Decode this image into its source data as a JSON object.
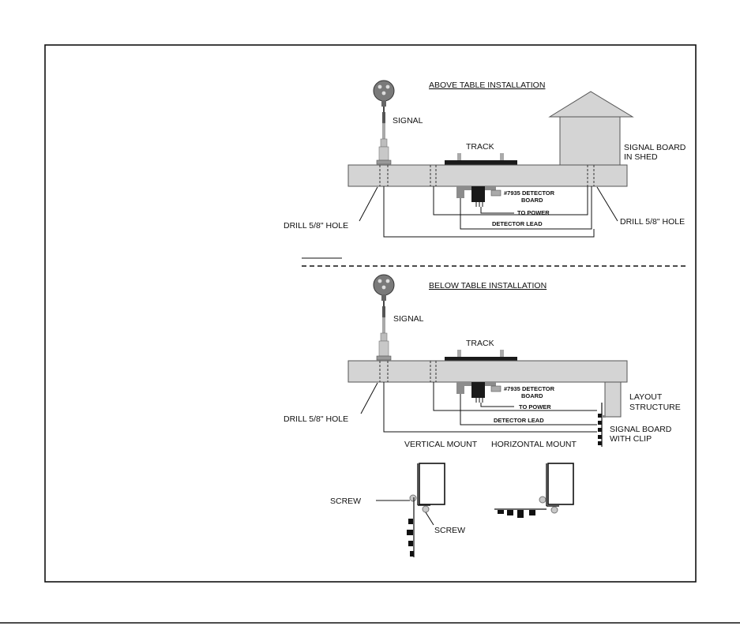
{
  "sections": {
    "above": {
      "title": "ABOVE TABLE INSTALLATION",
      "signal": "SIGNAL",
      "track": "TRACK",
      "signal_board_line1": "SIGNAL BOARD",
      "signal_board_line2": "IN SHED",
      "detector_board_line1": "#7935 DETECTOR",
      "detector_board_line2": "BOARD",
      "to_power": "TO POWER",
      "detector_lead": "DETECTOR LEAD",
      "drill_left": "DRILL 5/8\" HOLE",
      "drill_right": "DRILL 5/8\" HOLE"
    },
    "below": {
      "title": "BELOW TABLE INSTALLATION",
      "signal": "SIGNAL",
      "track": "TRACK",
      "detector_board_line1": "#7935 DETECTOR",
      "detector_board_line2": "BOARD",
      "to_power": "TO POWER",
      "detector_lead": "DETECTOR LEAD",
      "drill_left": "DRILL 5/8\" HOLE",
      "layout_structure_line1": "LAYOUT",
      "layout_structure_line2": "STRUCTURE",
      "signal_board_line1": "SIGNAL BOARD",
      "signal_board_line2": "WITH CLIP"
    },
    "mounts": {
      "vertical": "VERTICAL MOUNT",
      "horizontal": "HORIZONTAL MOUNT",
      "screw_top": "SCREW",
      "screw_bottom": "SCREW"
    }
  },
  "colors": {
    "table_fill": "#d4d4d4",
    "component_gray": "#8c8c8c",
    "dark": "#1a1a1a",
    "line": "#111111"
  }
}
